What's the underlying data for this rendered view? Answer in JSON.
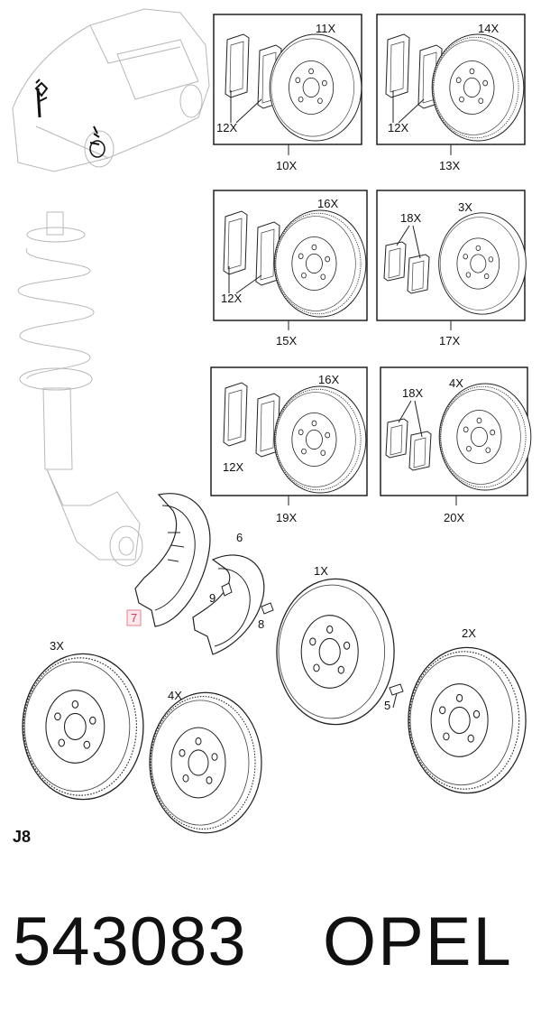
{
  "page_code": "J8",
  "part_number": "543083",
  "brand": "OPEL",
  "highlight_color": "#e8808f",
  "kits": [
    {
      "disc_label": "11X",
      "pad_label": "12X",
      "kit_label": "10X",
      "pads_style": "long"
    },
    {
      "disc_label": "14X",
      "pad_label": "12X",
      "kit_label": "13X",
      "pads_style": "long"
    },
    {
      "disc_label": "16X",
      "pad_label": "12X",
      "kit_label": "15X",
      "pads_style": "long"
    },
    {
      "disc_label": "3X",
      "pad_label": "18X",
      "kit_label": "17X",
      "pads_style": "small"
    },
    {
      "disc_label": "16X",
      "pad_label": "12X",
      "kit_label": "19X",
      "pads_style": "long"
    },
    {
      "disc_label": "4X",
      "pad_label": "18X",
      "kit_label": "20X",
      "pads_style": "small"
    }
  ],
  "parts": {
    "shield_highlighted": "7",
    "shield_right": "6",
    "bolt_small": "9",
    "bolt_right": "8",
    "disc_1": "1X",
    "disc_2": "2X",
    "disc_3": "3X",
    "disc_4": "4X",
    "bolt_5": "5"
  }
}
